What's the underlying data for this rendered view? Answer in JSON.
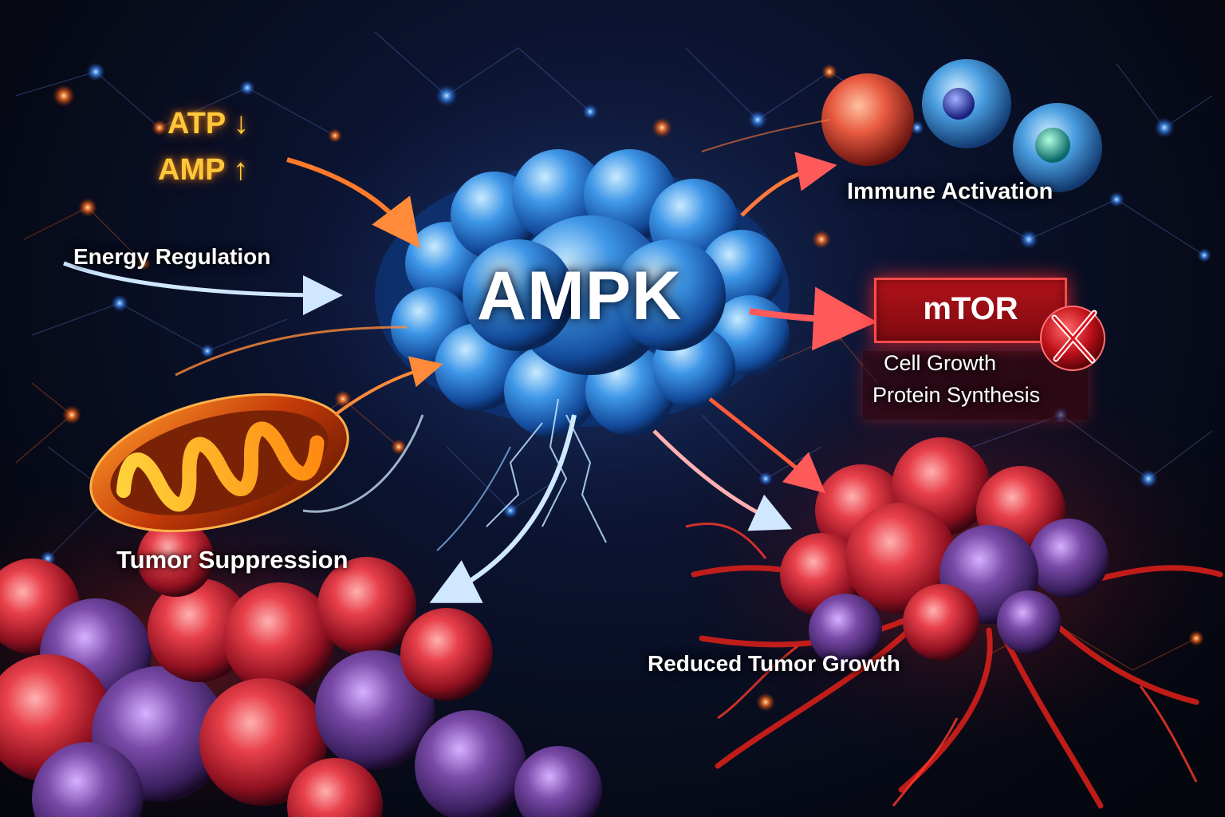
{
  "colors": {
    "background": "#070b1a",
    "ampk_blue": "#2f8fe0",
    "energy_orange": "#ff7a1a",
    "inhibit_red": "#e0141c",
    "tumor_red": "#d93040",
    "atp_gold": "#ffc83a"
  },
  "labels": {
    "atp": "ATP ↓",
    "amp": "AMP ↑",
    "ampk": "AMPK",
    "energy_regulation": "Energy Regulation",
    "immune_activation": "Immune Activation",
    "mtor": "mTOR",
    "cell_growth": "Cell Growth",
    "protein_synthesis": "Protein Synthesis",
    "tumor_suppression": "Tumor Suppression",
    "reduced_tumor_growth": "Reduced Tumor Growth"
  },
  "icons": {
    "inhibition_mark": "x-circle-icon",
    "mitochondrion": "mitochondrion-icon",
    "immune_cells": "immune-cell-icon",
    "tumor_cluster": "tumor-cell-cluster-icon",
    "protein_complex": "ampk-protein-icon"
  }
}
